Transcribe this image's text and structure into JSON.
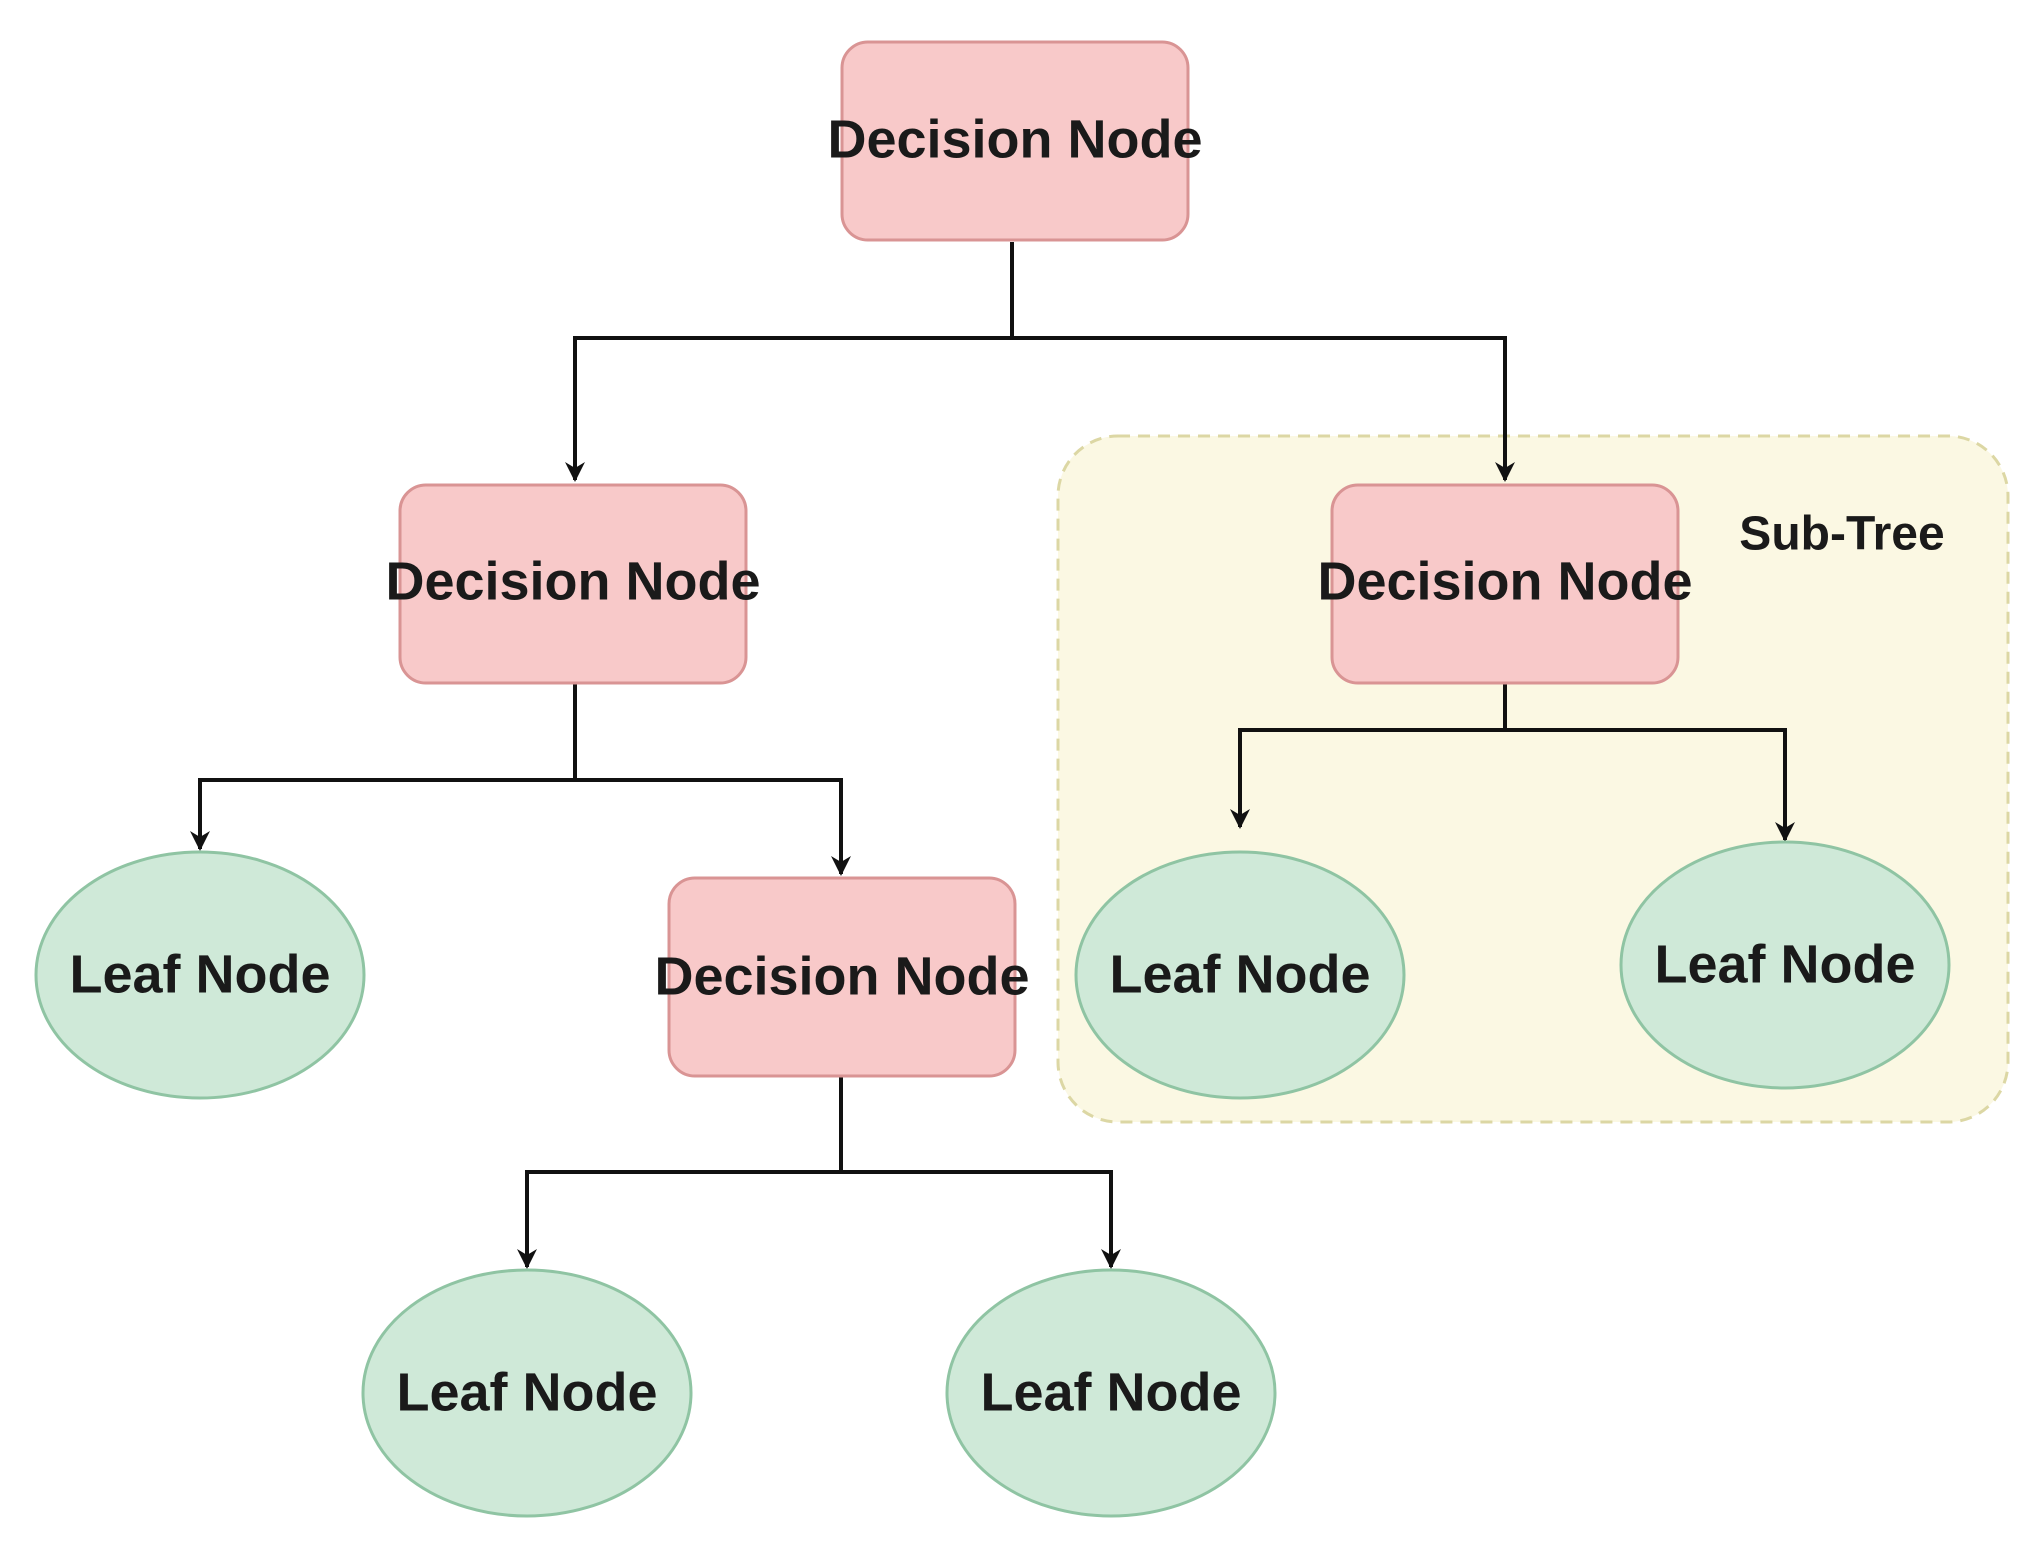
{
  "diagram": {
    "type": "decision-tree",
    "subtree": {
      "label": "Sub-Tree",
      "fill": "#fbf8e3",
      "stroke": "#dcd7a4"
    },
    "colors": {
      "decision_fill": "#f8c9c9",
      "decision_stroke": "#d99494",
      "leaf_fill": "#cfe9d8",
      "leaf_stroke": "#8fc4a3",
      "edge": "#111111"
    },
    "nodes": {
      "root": {
        "label": "Decision Node",
        "kind": "decision"
      },
      "left_decision": {
        "label": "Decision Node",
        "kind": "decision"
      },
      "right_decision": {
        "label": "Decision Node",
        "kind": "decision"
      },
      "inner_decision": {
        "label": "Decision Node",
        "kind": "decision"
      },
      "leaf_1": {
        "label": "Leaf Node",
        "kind": "leaf"
      },
      "leaf_2": {
        "label": "Leaf Node",
        "kind": "leaf"
      },
      "leaf_3": {
        "label": "Leaf Node",
        "kind": "leaf"
      },
      "leaf_4": {
        "label": "Leaf Node",
        "kind": "leaf"
      },
      "leaf_5": {
        "label": "Leaf Node",
        "kind": "leaf"
      }
    },
    "edges": [
      {
        "from": "root",
        "to": "left_decision"
      },
      {
        "from": "root",
        "to": "right_decision"
      },
      {
        "from": "left_decision",
        "to": "leaf_1"
      },
      {
        "from": "left_decision",
        "to": "inner_decision"
      },
      {
        "from": "inner_decision",
        "to": "leaf_2"
      },
      {
        "from": "inner_decision",
        "to": "leaf_3"
      },
      {
        "from": "right_decision",
        "to": "leaf_4"
      },
      {
        "from": "right_decision",
        "to": "leaf_5"
      }
    ]
  }
}
